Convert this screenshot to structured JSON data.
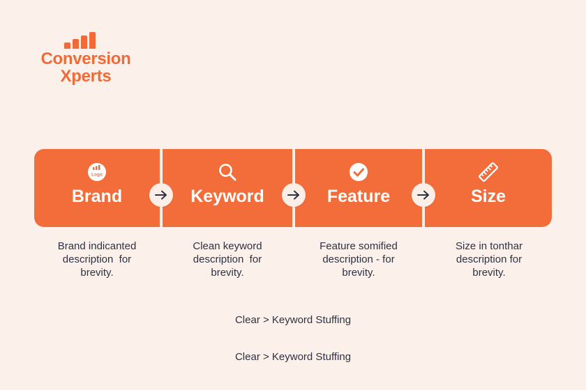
{
  "logo": {
    "line1": "Conversion",
    "line2": "Xperts",
    "icon": "bar-chart-icon",
    "color": "#f26a37"
  },
  "steps": [
    {
      "title": "Brand",
      "icon": "logo-badge-icon",
      "icon_text": "Logo",
      "desc_lines": [
        "Brand indicanted",
        "description  for",
        "brevity."
      ]
    },
    {
      "title": "Keyword",
      "icon": "search-icon",
      "desc_lines": [
        "Clean keyword",
        "description  for",
        "brevity."
      ]
    },
    {
      "title": "Feature",
      "icon": "check-circle-icon",
      "desc_lines": [
        "Feature somified",
        "description - for",
        "brevity."
      ]
    },
    {
      "title": "Size",
      "icon": "ruler-icon",
      "desc_lines": [
        "Size in tonthar",
        "description for",
        "brevity."
      ]
    }
  ],
  "connector_icon": "arrow-right-icon",
  "footer_lines": [
    "Clear > Keyword Stuffing",
    "Clear > Keyword Stuffing"
  ],
  "colors": {
    "background": "#fcf1ea",
    "panel": "#f26d3a",
    "text": "#2d3142",
    "arrow": "#2d3142"
  }
}
